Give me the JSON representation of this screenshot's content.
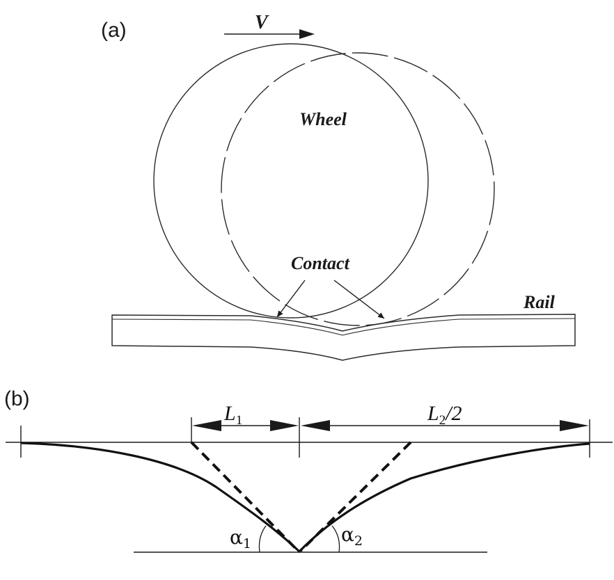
{
  "panel_a": {
    "label": "(a)",
    "velocity_label": "V",
    "wheel_label": "Wheel",
    "contact_label": "Contact",
    "rail_label": "Rail"
  },
  "panel_b": {
    "label": "(b)",
    "l1": {
      "main": "L",
      "sub": "1",
      "suffix": ""
    },
    "l2": {
      "main": "L",
      "sub": "2",
      "suffix": "/2"
    },
    "alpha1": {
      "main": "α",
      "sub": "1"
    },
    "alpha2": {
      "main": "α",
      "sub": "2"
    }
  },
  "colors": {
    "ink": "#1a1a1a",
    "background": "#ffffff"
  }
}
